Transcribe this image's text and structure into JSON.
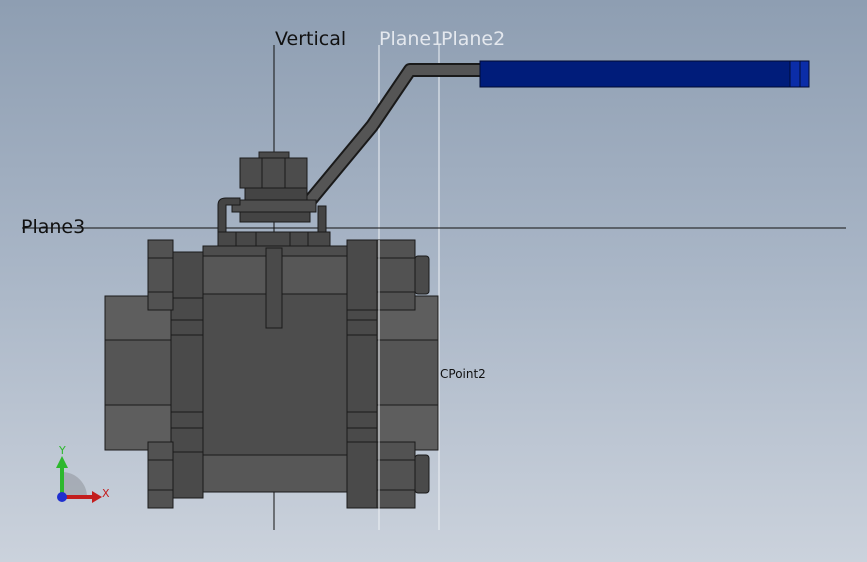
{
  "viewport": {
    "background_top": "#8e9eb2",
    "background_bottom": "#cbd2dc"
  },
  "planes": {
    "vertical_label": "Vertical",
    "plane1_label": "Plane1",
    "plane2_label": "Plane2",
    "plane3_label": "Plane3"
  },
  "points": {
    "cpoint2_label": "CPoint2"
  },
  "triad": {
    "y_label": "Y",
    "x_label": "X",
    "y_color": "#2db82d",
    "x_color": "#c31d1d",
    "z_color": "#1f2fcf"
  },
  "model": {
    "body_color": "#4c4c4c",
    "handle_grip_color": "#001c7a"
  }
}
